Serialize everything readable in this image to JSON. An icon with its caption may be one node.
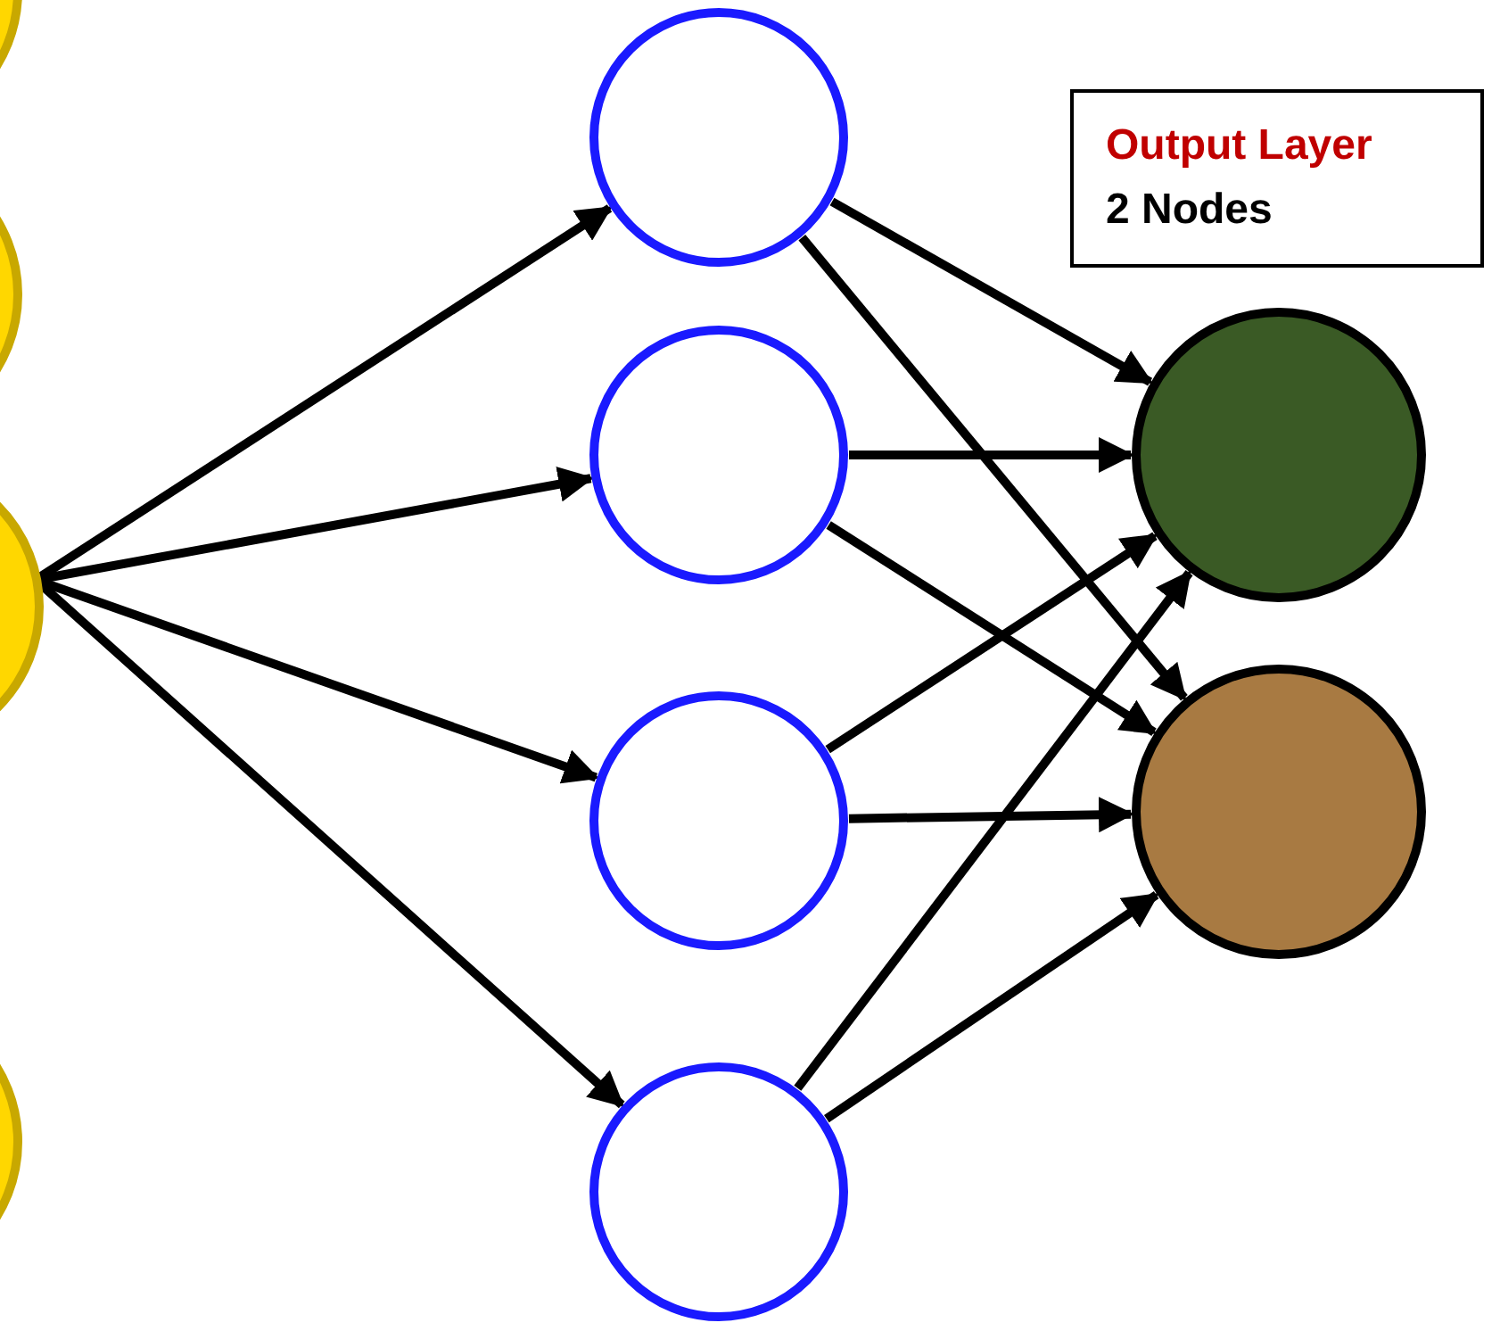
{
  "diagram": {
    "nodes": [
      {
        "text": [],
        "shape": "circle"
      },
      {
        "text": [],
        "shape": "circle"
      },
      {
        "text": [],
        "shape": "circle"
      },
      {
        "text": [],
        "shape": "circle"
      },
      {
        "text": [],
        "shape": "circle"
      },
      {
        "text": [],
        "shape": "circle"
      },
      {
        "text": [],
        "shape": "circle"
      },
      {
        "text": [],
        "shape": "circle"
      },
      {
        "text": [
          "Output Layer",
          "2 Nodes"
        ]
      },
      {
        "text": [],
        "shape": "circle"
      },
      {
        "text": [],
        "shape": "circle"
      }
    ],
    "edges": [
      {
        "from": 2,
        "to": 4,
        "arrow": "to"
      },
      {
        "from": 2,
        "to": 5,
        "arrow": "to"
      },
      {
        "from": 2,
        "to": 6,
        "arrow": "to"
      },
      {
        "from": 2,
        "to": 7,
        "arrow": "to"
      },
      {
        "from": 4,
        "to": 9,
        "arrow": "to"
      },
      {
        "from": 4,
        "to": 10,
        "arrow": "to"
      },
      {
        "from": 5,
        "to": 9,
        "arrow": "to"
      },
      {
        "from": 5,
        "to": 10,
        "arrow": "to"
      },
      {
        "from": 6,
        "to": 9,
        "arrow": "to"
      },
      {
        "from": 6,
        "to": 10,
        "arrow": "to"
      },
      {
        "from": 7,
        "to": 9,
        "arrow": "to"
      },
      {
        "from": 7,
        "to": 10,
        "arrow": "to"
      }
    ]
  }
}
